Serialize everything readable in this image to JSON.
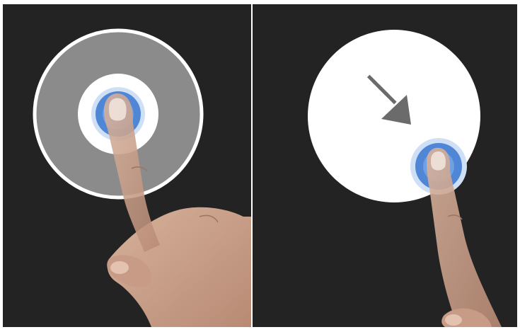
{
  "panels": [
    {
      "id": "press-and-hold",
      "gesture": "long-press",
      "icons": [
        "touch-ring-icon",
        "fingertip-icon",
        "hand-icon"
      ],
      "colors": {
        "background": "#232323",
        "overlay": "#8a8a8a",
        "ring": "#ffffff",
        "touch": "#4f86d6",
        "skin": "#c9a08a"
      }
    },
    {
      "id": "press-and-drag",
      "gesture": "drag-down-right",
      "icons": [
        "arrow-down-right-icon",
        "touch-ring-icon",
        "hand-icon"
      ],
      "colors": {
        "background": "#232323",
        "disc": "#ffffff",
        "arrow": "#6b6b6b",
        "touch": "#4f86d6",
        "skin": "#c9a08a"
      }
    }
  ]
}
